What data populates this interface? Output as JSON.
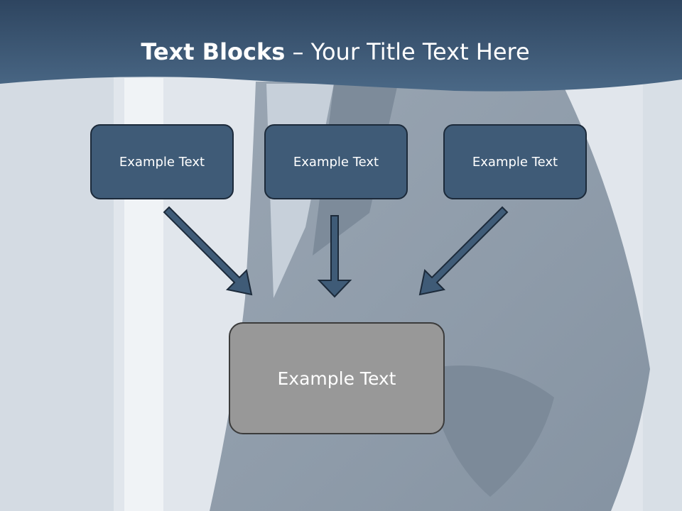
{
  "title": {
    "bold": "Text Blocks",
    "separator": " – ",
    "rest": "Your Title Text Here"
  },
  "blocks": [
    "Example Text",
    "Example Text",
    "Example Text"
  ],
  "target": "Example Text",
  "colors": {
    "header_band": "#3f5b77",
    "block_fill": "#3f5b77",
    "target_fill": "#989898",
    "arrow_fill": "#3f5b77"
  }
}
